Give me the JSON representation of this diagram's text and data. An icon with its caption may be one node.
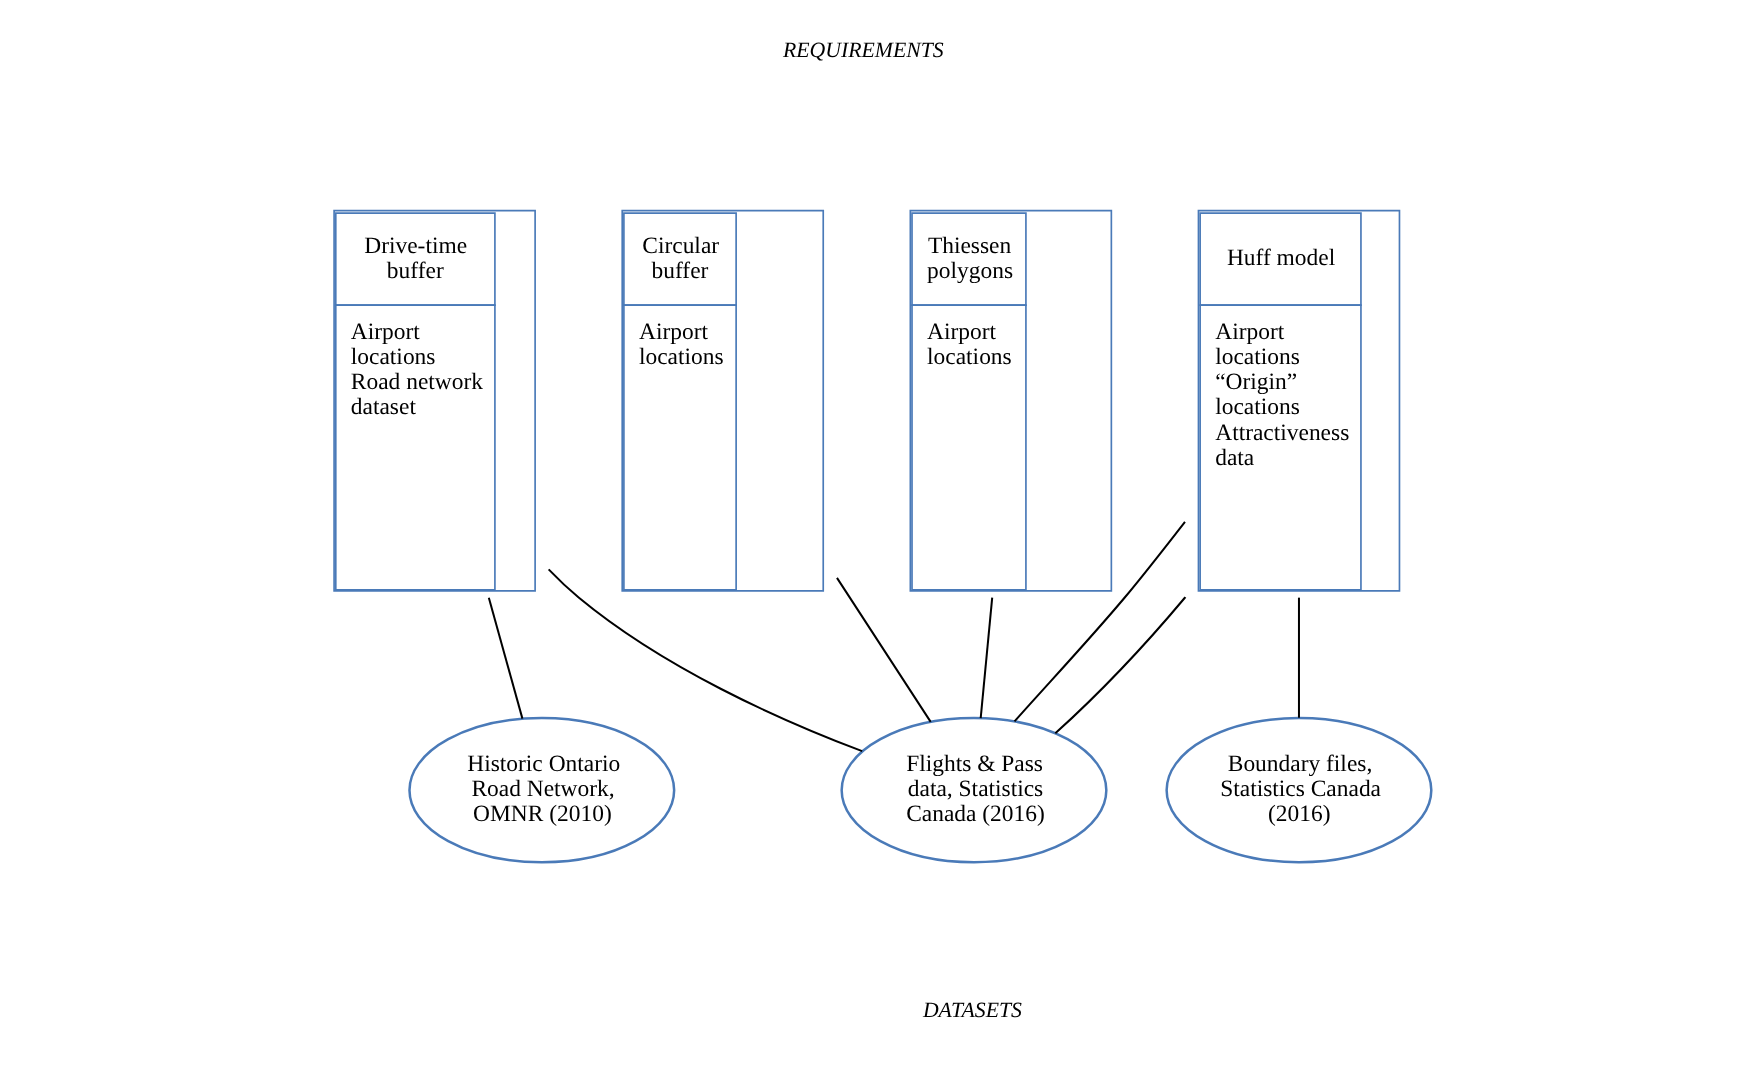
{
  "diagram": {
    "nodes": [
      {
        "text": [
          "Drive-time buffer",
          "Airport locations",
          "Road network dataset"
        ]
      },
      {
        "text": [
          "Circular buffer",
          "Airport locations"
        ]
      },
      {
        "text": [
          "Thiessen polygons",
          "Airport locations"
        ]
      },
      {
        "text": [
          "Huff model",
          "Airport locations",
          "“Origin” locations",
          "Attractiveness data"
        ]
      },
      {
        "text": [
          "Historic Ontario Road Network, OMNR (2010)"
        ]
      },
      {
        "text": [
          "Flights & Pass data, Statistics Canada (2016)"
        ]
      },
      {
        "text": [
          "Boundary files, Statistics Canada (2016)"
        ]
      }
    ],
    "edges": [
      {
        "from": 0,
        "to": 4,
        "arrow": "none"
      },
      {
        "from": 0,
        "to": 5,
        "arrow": "none"
      },
      {
        "from": 1,
        "to": 5,
        "arrow": "none"
      },
      {
        "from": 2,
        "to": 5,
        "arrow": "none"
      },
      {
        "from": 3,
        "to": 5,
        "arrow": "none"
      },
      {
        "from": 3,
        "to": 5,
        "arrow": "none"
      },
      {
        "from": 3,
        "to": 6,
        "arrow": "none"
      }
    ],
    "labels": [
      "REQUIREMENTS",
      "DATASETS"
    ]
  }
}
